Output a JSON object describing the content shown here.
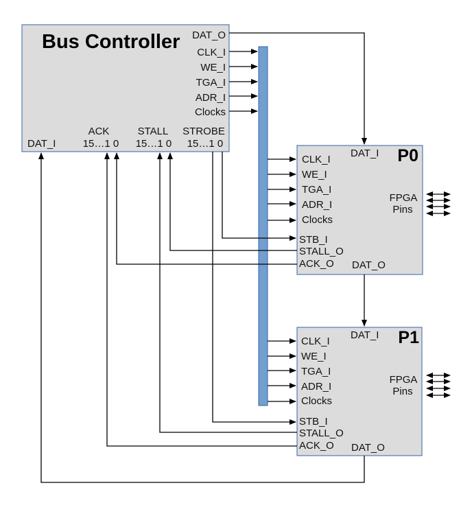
{
  "bus_controller": {
    "title": "Bus Controller",
    "right_ports": [
      "DAT_O",
      "CLK_I",
      "WE_I",
      "TGA_I",
      "ADR_I",
      "Clocks"
    ],
    "dat_i": "DAT_I",
    "groups": [
      {
        "name": "ACK",
        "range": "15…1 0"
      },
      {
        "name": "STALL",
        "range": "15…1 0"
      },
      {
        "name": "STROBE",
        "range": "15…1 0"
      }
    ]
  },
  "peripherals": [
    {
      "title": "P0",
      "dat_i": "DAT_I",
      "dat_o": "DAT_O",
      "inputs": [
        "CLK_I",
        "WE_I",
        "TGA_I",
        "ADR_I",
        "Clocks"
      ],
      "handshake": [
        "STB_I",
        "STALL_O",
        "ACK_O"
      ],
      "fpga_line1": "FPGA",
      "fpga_line2": "Pins"
    },
    {
      "title": "P1",
      "dat_i": "DAT_I",
      "dat_o": "DAT_O",
      "inputs": [
        "CLK_I",
        "WE_I",
        "TGA_I",
        "ADR_I",
        "Clocks"
      ],
      "handshake": [
        "STB_I",
        "STALL_O",
        "ACK_O"
      ],
      "fpga_line1": "FPGA",
      "fpga_line2": "Pins"
    }
  ],
  "colors": {
    "box_fill": "#dcdcdc",
    "box_border": "#3465a4",
    "bus_fill": "#729fcf"
  }
}
